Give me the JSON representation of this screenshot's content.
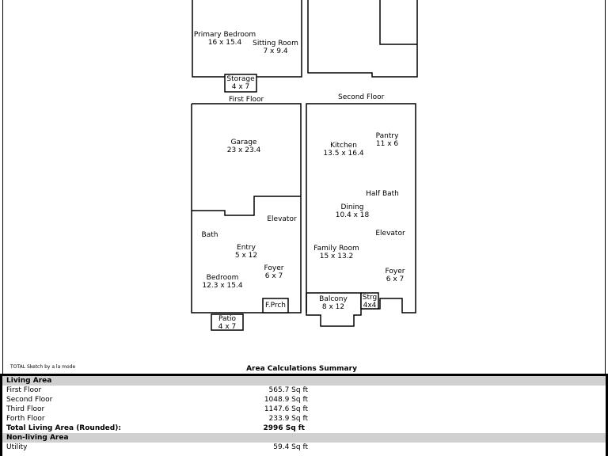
{
  "floors": {
    "first_floor_label": "First Floor",
    "second_floor_label": "Second Floor"
  },
  "rooms": {
    "primary_bedroom": {
      "name": "Primary Bedroom",
      "dims": "16 x 15.4"
    },
    "sitting_room": {
      "name": "Sitting Room",
      "dims": "7 x 9.4"
    },
    "storage": {
      "name": "Storage",
      "dims": "4 x 7"
    },
    "garage": {
      "name": "Garage",
      "dims": "23 x 23.4"
    },
    "elevator_first": {
      "name": "Elevator"
    },
    "bath": {
      "name": "Bath"
    },
    "entry": {
      "name": "Entry",
      "dims": "5 x 12"
    },
    "foyer_first": {
      "name": "Foyer",
      "dims": "6 x 7"
    },
    "bedroom": {
      "name": "Bedroom",
      "dims": "12.3 x 15.4"
    },
    "front_porch": {
      "name": "F.Prch"
    },
    "patio": {
      "name": "Patio",
      "dims": "4 x 7"
    },
    "kitchen": {
      "name": "Kitchen",
      "dims": "13.5 x 16.4"
    },
    "pantry": {
      "name": "Pantry",
      "dims": "11 x 6"
    },
    "half_bath": {
      "name": "Half Bath"
    },
    "dining": {
      "name": "Dining",
      "dims": "10.4 x 18"
    },
    "elevator_second": {
      "name": "Elevator"
    },
    "family_room": {
      "name": "Family Room",
      "dims": "15 x 13.2"
    },
    "foyer_second": {
      "name": "Foyer",
      "dims": "6 x 7"
    },
    "balcony": {
      "name": "Balcony",
      "dims": "8 x 12"
    },
    "strg": {
      "name": "Strg",
      "dims": "4x4"
    }
  },
  "credit": "TOTAL Sketch by a la mode",
  "summary": {
    "title": "Area Calculations Summary",
    "living_header": "Living Area",
    "living_rows": [
      {
        "name": "First Floor",
        "value": "565.7 Sq ft"
      },
      {
        "name": "Second Floor",
        "value": "1048.9 Sq ft"
      },
      {
        "name": "Third Floor",
        "value": "1147.6 Sq ft"
      },
      {
        "name": "Forth Floor",
        "value": "233.9 Sq ft"
      }
    ],
    "total_label": "Total Living Area (Rounded):",
    "total_value": "2996 Sq ft",
    "nonliving_header": "Non-living Area",
    "nonliving_rows": [
      {
        "name": "Utility",
        "value": "59.4 Sq ft"
      }
    ]
  }
}
